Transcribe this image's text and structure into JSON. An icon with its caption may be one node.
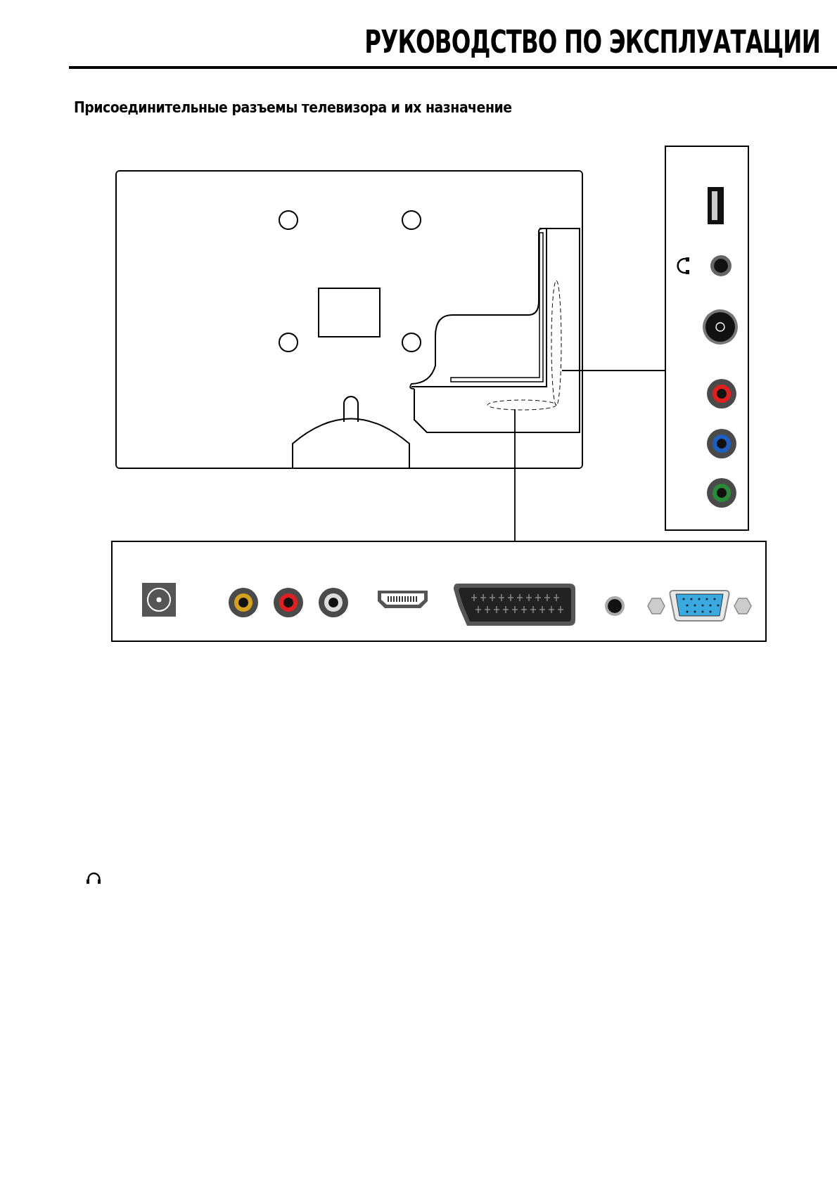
{
  "diagram": {
    "title": "РУКОВОДСТВО ПО ЭКСПЛУАТАЦИИ",
    "nodes": [
      {
        "text": [],
        "shape": "ellipse"
      },
      {
        "text": [],
        "shape": "box"
      },
      {
        "text": [],
        "shape": "ellipse"
      },
      {
        "text": [],
        "shape": "box"
      }
    ],
    "edges": [
      {
        "from": 0,
        "to": 1,
        "arrow": "none"
      },
      {
        "from": 2,
        "to": 3,
        "arrow": "none"
      }
    ],
    "labels": [
      "Присоединительные разъемы телевизора и их назначение"
    ]
  }
}
